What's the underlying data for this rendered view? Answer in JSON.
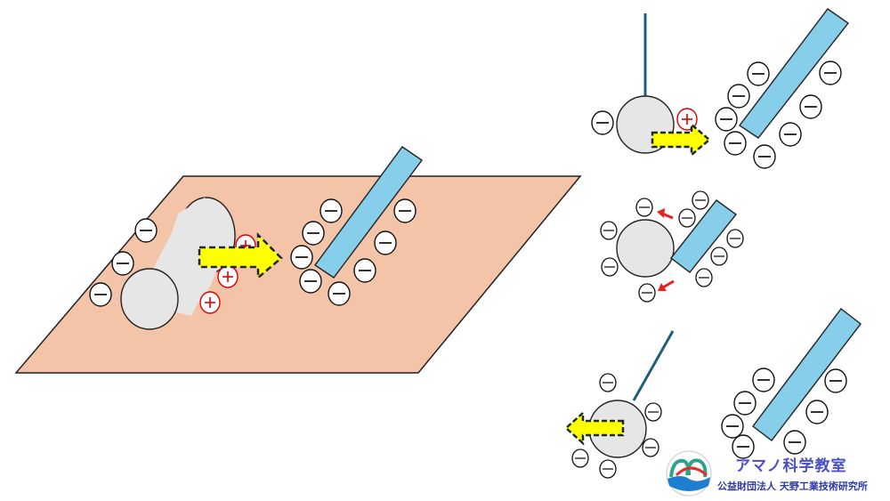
{
  "brand": {
    "title": "アマノ科学教室",
    "subtitle": "公益財団法人 天野工業技術研究所",
    "logo_icon": "amano-logo-icon"
  },
  "symbols": {
    "negative": "−",
    "positive": "+"
  },
  "colors": {
    "floor": "#f4c4a8",
    "rod": "#87ceeb",
    "can": "#e6e6e6",
    "arrow": "#ffff00",
    "positive": "#e00000",
    "string": "#1f5f7a",
    "force_arrow": "#e82020",
    "brand_text": "#4a50c8"
  },
  "panels": [
    {
      "name": "rolling-can-attracted",
      "description": "Charged rod attracts can on table; induced + on near side"
    },
    {
      "name": "pendulum-attracted",
      "description": "Suspended sphere moves toward charged rod"
    },
    {
      "name": "charge-transfer",
      "description": "Negative charges move to sphere upon contact"
    },
    {
      "name": "pendulum-repelled",
      "description": "Negatively charged sphere repelled from rod"
    }
  ]
}
